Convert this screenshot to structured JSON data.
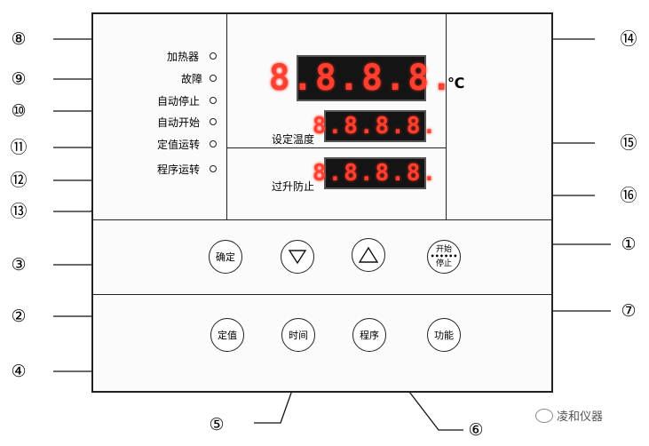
{
  "indicators": [
    {
      "num": "⑧",
      "label": "加热器"
    },
    {
      "num": "⑨",
      "label": "故障"
    },
    {
      "num": "⑩",
      "label": "自动停止"
    },
    {
      "num": "⑪",
      "label": "自动开始"
    },
    {
      "num": "⑫",
      "label": "定值运转"
    },
    {
      "num": "⑬",
      "label": "程序运转"
    }
  ],
  "displays": {
    "main": {
      "num": "⑭",
      "digits": "8.8.8.8.",
      "unit": "℃"
    },
    "set_temp": {
      "num": "⑮",
      "label": "设定温度",
      "digits": "8.8.8.8."
    },
    "over_temp": {
      "num": "⑯",
      "label": "过升防止",
      "digits": "8.8.8.8."
    }
  },
  "buttons_row1": {
    "confirm": {
      "num": "③",
      "label": "确定"
    },
    "down": {
      "num": "②",
      "icon": "triangle-down-icon"
    },
    "up": {
      "num": "②",
      "icon": "triangle-up-icon"
    },
    "start_stop": {
      "num": "①",
      "label_top": "开始",
      "label_bottom": "停止"
    }
  },
  "buttons_row2": {
    "fixed_value": {
      "num": "④",
      "label": "定值"
    },
    "time": {
      "num": "⑤",
      "label": "时间"
    },
    "program": {
      "num": "⑥",
      "label": "程序"
    },
    "function": {
      "num": "⑦",
      "label": "功能"
    }
  },
  "watermark": {
    "text": "凌和仪器"
  }
}
